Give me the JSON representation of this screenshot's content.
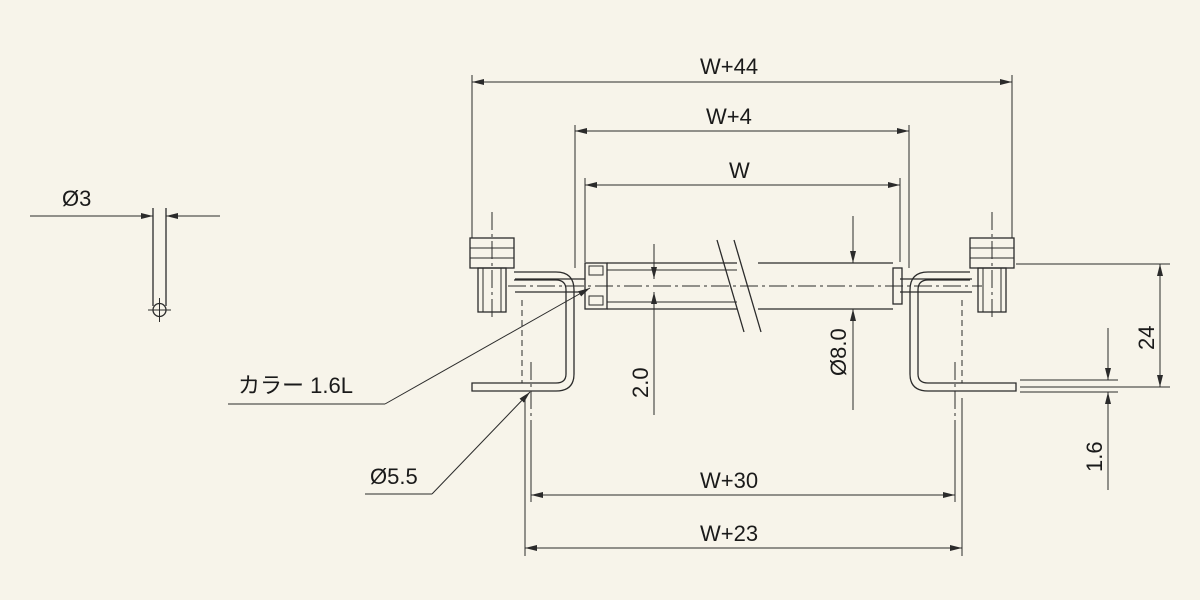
{
  "colors": {
    "background": "#f7f4ea",
    "line": "#2b2b2b",
    "text": "#1a1a1a"
  },
  "labels": {
    "w44": "W+44",
    "w4": "W+4",
    "w": "W",
    "phi3": "Ø3",
    "collar": "カラー 1.6L",
    "phi55": "Ø5.5",
    "dim20": "2.0",
    "phi80": "Ø8.0",
    "dim24": "24",
    "dim16": "1.6",
    "w30": "W+30",
    "w23": "W+23"
  }
}
